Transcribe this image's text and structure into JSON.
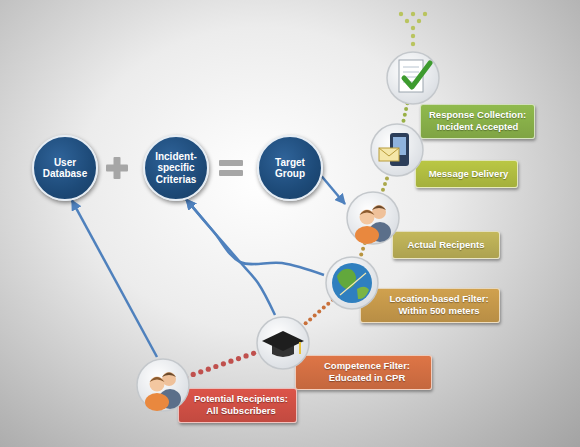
{
  "diagram": {
    "nodes": [
      {
        "text": [
          "User Database"
        ]
      },
      {
        "text": [
          "Incident-specific Criterias"
        ]
      },
      {
        "text": [
          "Target Group"
        ]
      },
      {
        "text": [
          "Response Collection:",
          "Incident Accepted"
        ]
      },
      {
        "text": [
          "Message Delivery"
        ]
      },
      {
        "text": [
          "Actual Recipents"
        ]
      },
      {
        "text": [
          "Location-based Filter:",
          "Within 500 meters"
        ]
      },
      {
        "text": [
          "Competence Filter:",
          "Educated in CPR"
        ]
      },
      {
        "text": [
          "Potential Recipients:",
          "All Subscribers"
        ]
      }
    ],
    "edges": [
      {
        "from": 8,
        "to": 0,
        "arrow": "to"
      },
      {
        "from": 7,
        "to": 1,
        "arrow": "to"
      },
      {
        "from": 6,
        "to": 1,
        "arrow": "to"
      },
      {
        "from": 2,
        "to": 5,
        "arrow": "to"
      }
    ]
  }
}
